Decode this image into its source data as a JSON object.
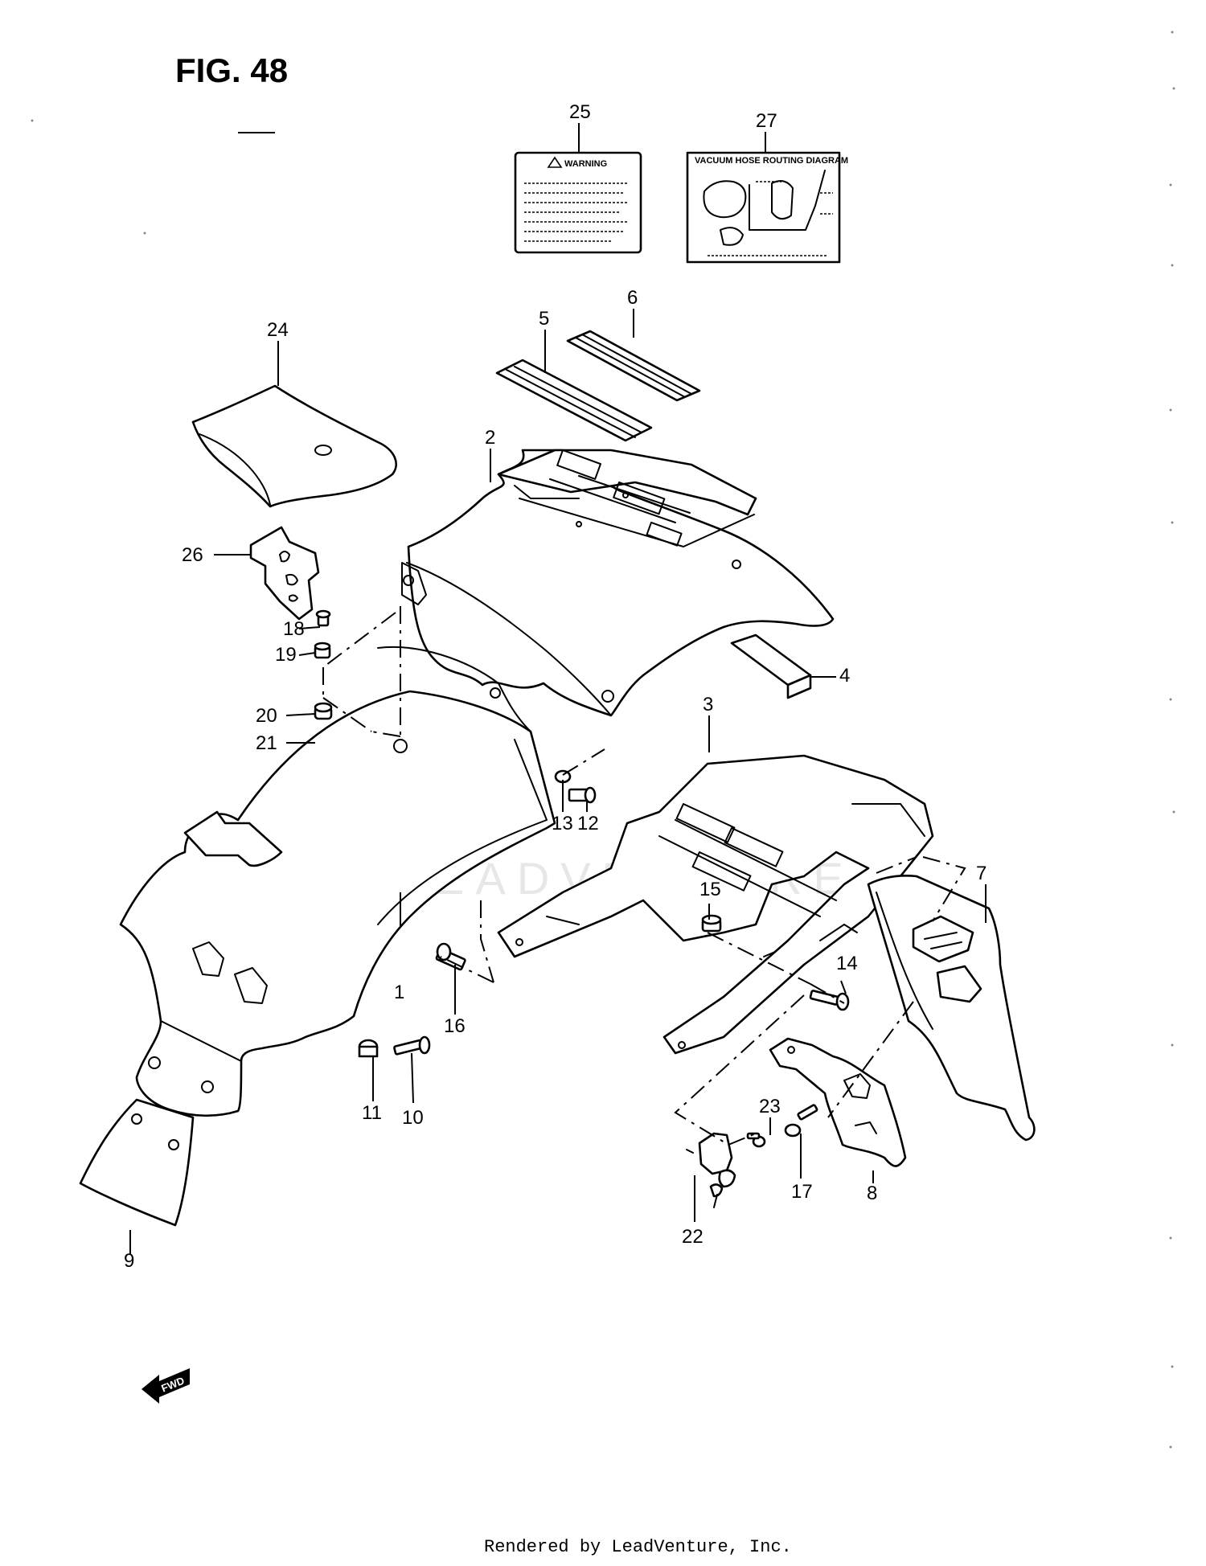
{
  "figure": {
    "title": "FIG. 48",
    "footer": "Rendered by LeadVenture, Inc.",
    "watermark": "LEADVENTURE",
    "fwd_label": "FWD"
  },
  "labels": {
    "warning_heading": "WARNING",
    "vacuum_heading": "VACUUM HOSE ROUTING DIAGRAM"
  },
  "callouts": {
    "c1": "1",
    "c2": "2",
    "c3": "3",
    "c4": "4",
    "c5": "5",
    "c6": "6",
    "c7": "7",
    "c8": "8",
    "c9": "9",
    "c10": "10",
    "c11": "11",
    "c12": "12",
    "c13": "13",
    "c14": "14",
    "c15": "15",
    "c16": "16",
    "c17": "17",
    "c18": "18",
    "c19": "19",
    "c20": "20",
    "c21": "21",
    "c22": "22",
    "c23": "23",
    "c24": "24",
    "c25": "25",
    "c26": "26",
    "c27": "27"
  }
}
